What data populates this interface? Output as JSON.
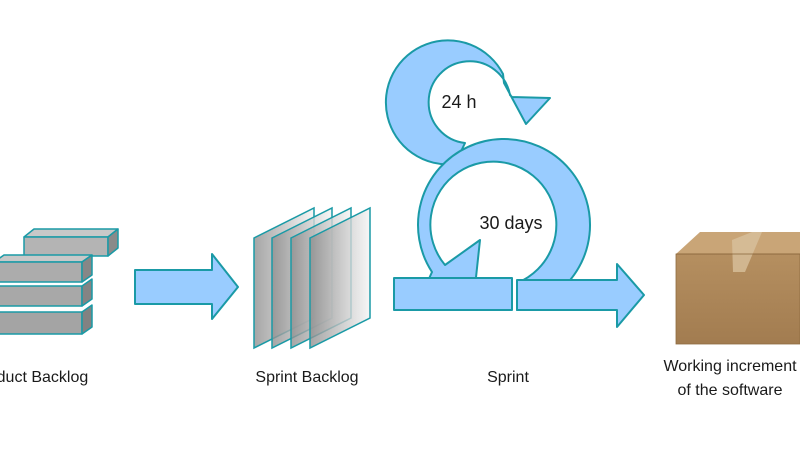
{
  "stages": {
    "product_backlog": {
      "label": "Product Backlog"
    },
    "sprint_backlog": {
      "label": "Sprint Backlog"
    },
    "sprint": {
      "label": "Sprint"
    },
    "increment": {
      "label_line1": "Working increment",
      "label_line2": "of the software"
    }
  },
  "cycles": {
    "daily": {
      "label": "24 h"
    },
    "sprint": {
      "label": "30 days"
    }
  },
  "colors": {
    "arrow_fill": "#99ccff",
    "arrow_stroke": "#1a9aa6",
    "block_fill": "#a9a9a9",
    "box_fill": "#b08a5c"
  }
}
